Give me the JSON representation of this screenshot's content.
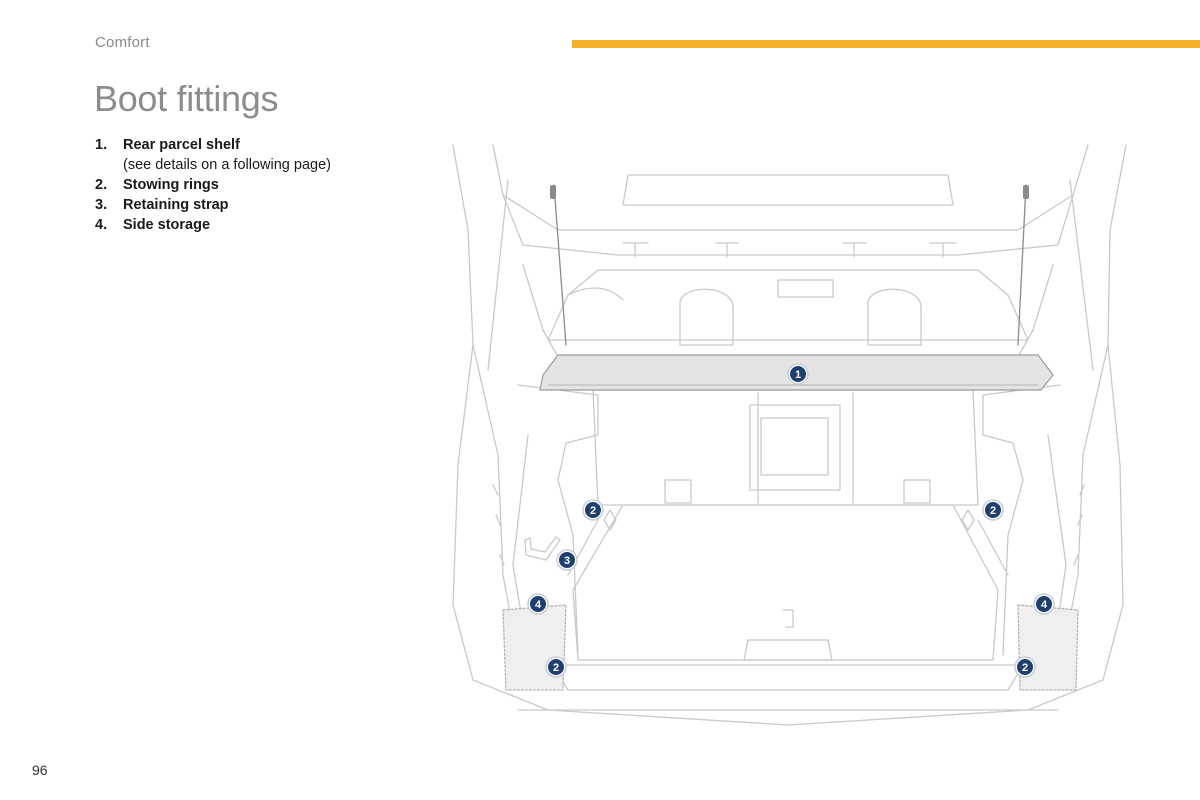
{
  "header": {
    "section": "Comfort",
    "accent_color": "#f3b229"
  },
  "page_title": "Boot fittings",
  "legend": [
    {
      "number": "1.",
      "label": "Rear parcel shelf",
      "note": "(see details on a following page)"
    },
    {
      "number": "2.",
      "label": "Stowing rings"
    },
    {
      "number": "3.",
      "label": "Retaining strap"
    },
    {
      "number": "4.",
      "label": "Side storage"
    }
  ],
  "illustration": {
    "markers": [
      "1",
      "2",
      "2",
      "3",
      "4",
      "2",
      "4",
      "2"
    ]
  },
  "footer": {
    "page_number": "96"
  }
}
